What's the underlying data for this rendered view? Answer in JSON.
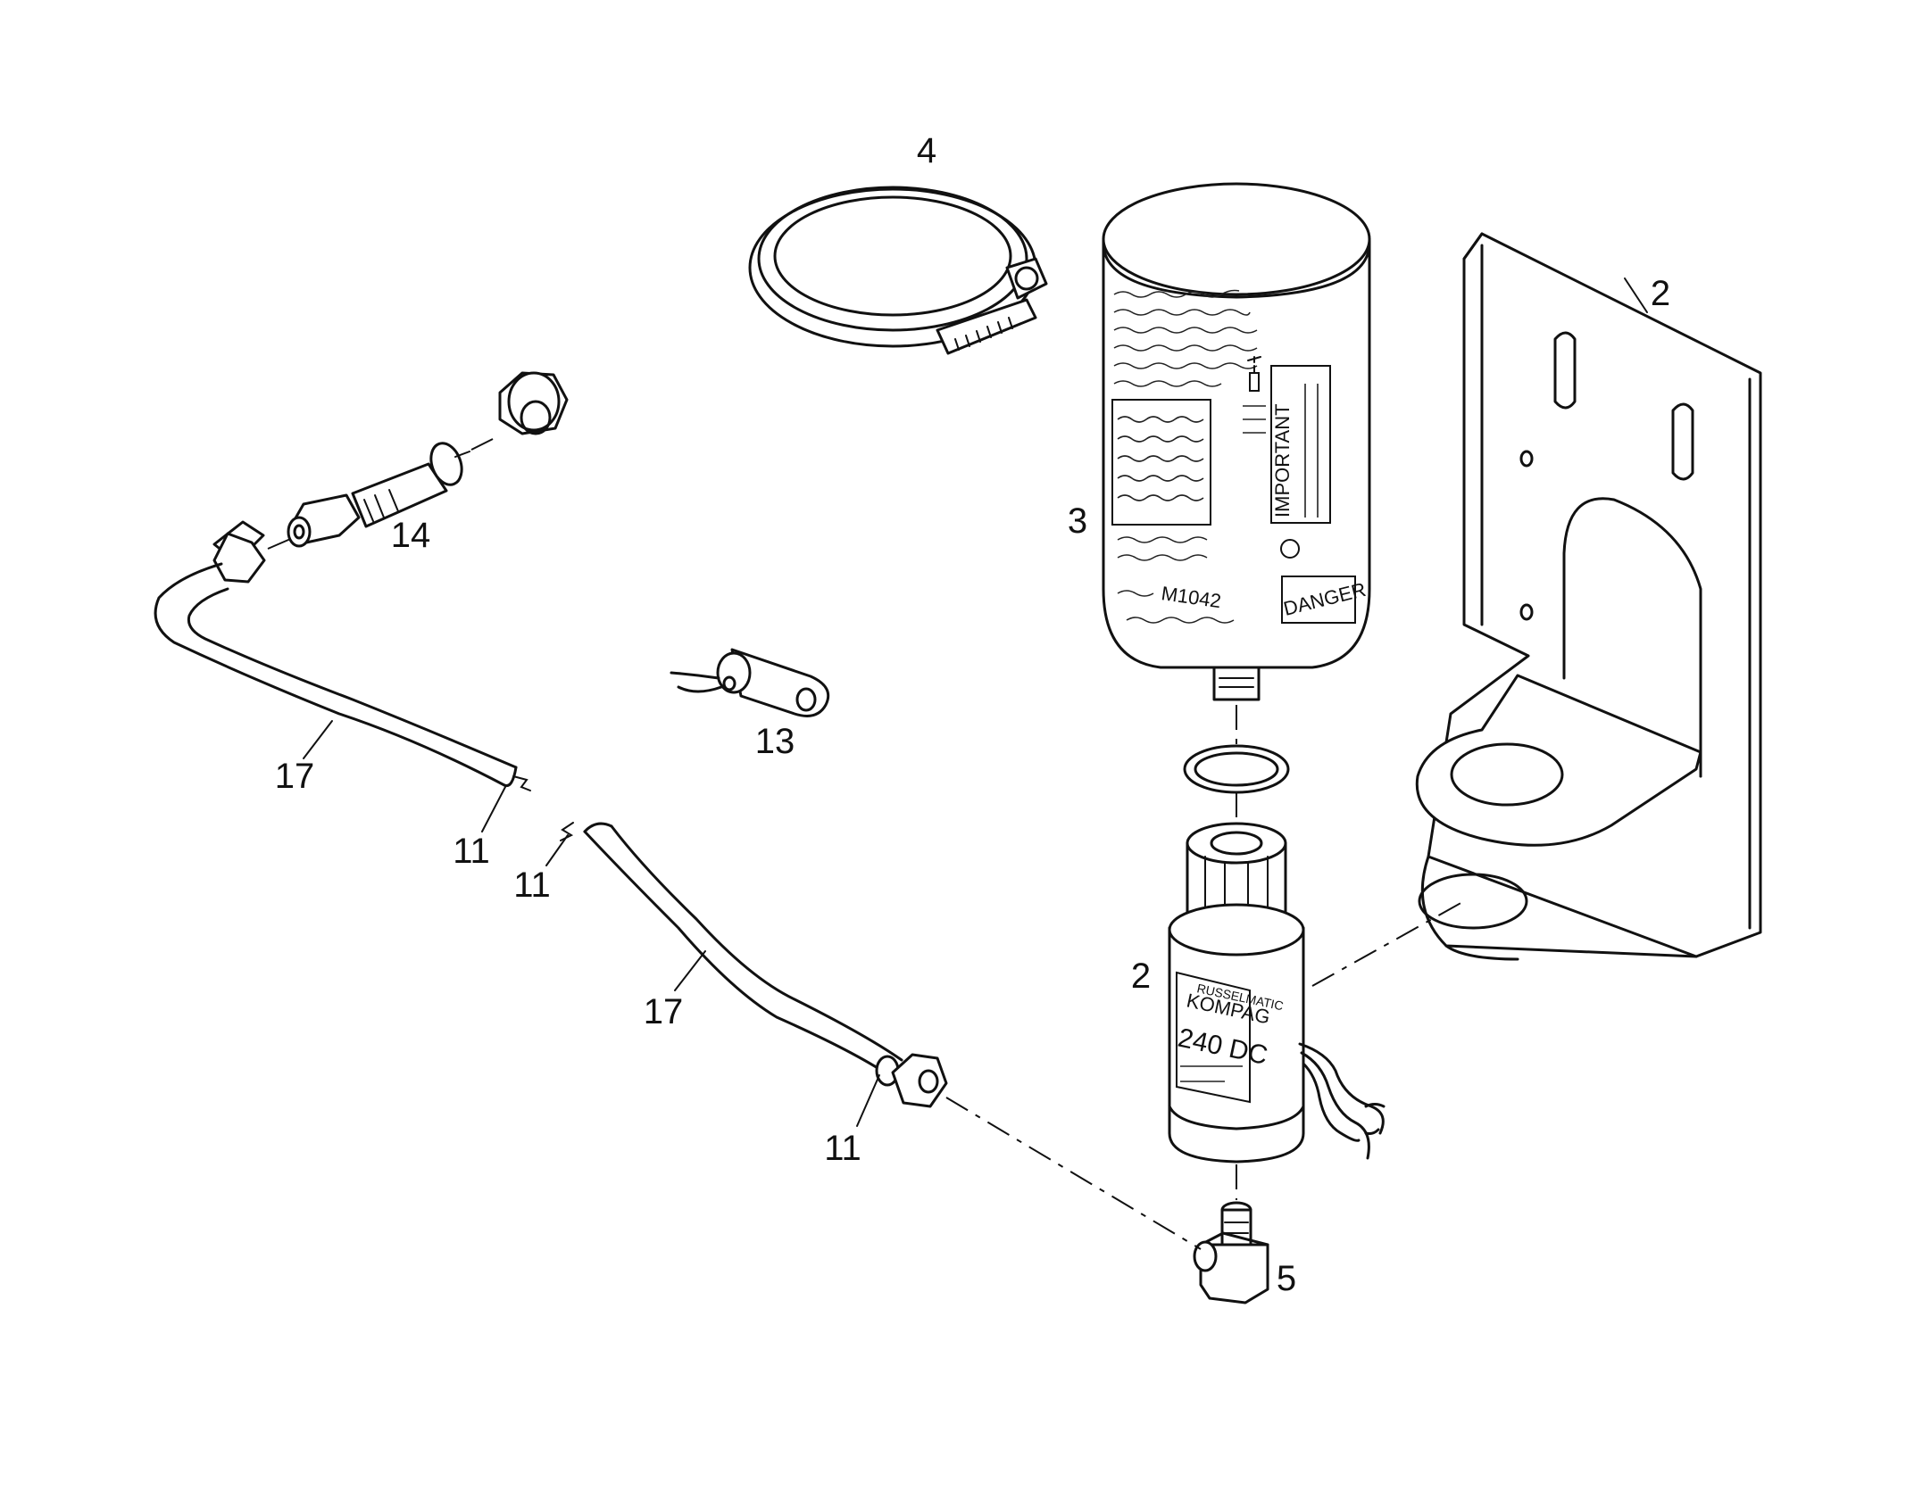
{
  "callouts": {
    "c4": "4",
    "c3": "3",
    "c2_bracket": "2",
    "c2_valve": "2",
    "c14": "14",
    "c13": "13",
    "c17_upper": "17",
    "c17_lower": "17",
    "c11_a": "11",
    "c11_b": "11",
    "c11_c": "11",
    "c5": "5"
  },
  "labels": {
    "important": "IMPORTANT",
    "danger": "DANGER",
    "canister_code": "M1042",
    "valve_voltage": "240 DC",
    "valve_brand": "KOMPAG",
    "valve_maker": "RUSSELMATIC"
  }
}
